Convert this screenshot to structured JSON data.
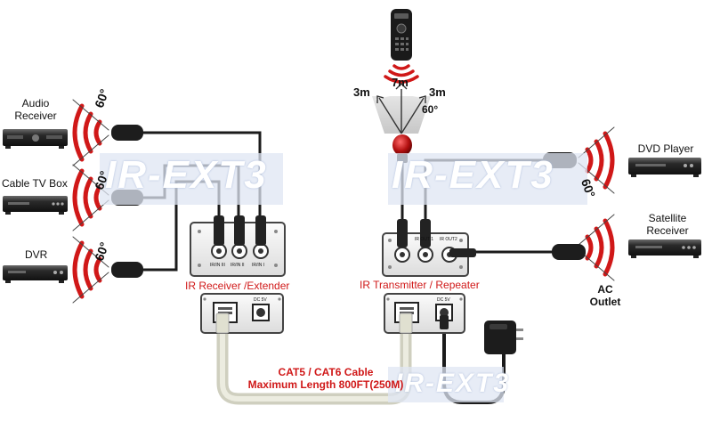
{
  "devices_left": {
    "audio_receiver": "Audio\nReceiver",
    "cable_tv_box": "Cable TV Box",
    "dvr": "DVR"
  },
  "devices_right": {
    "dvd_player": "DVD Player",
    "satellite_receiver": "Satellite\nReceiver",
    "ac_outlet": "AC\nOutlet"
  },
  "ir_angle": "60°",
  "remote_fan": {
    "center": "7m",
    "left": "3m",
    "right": "3m",
    "angle": "60°"
  },
  "units": {
    "receiver_title": "IR Receiver /Extender",
    "transmitter_title": "IR Transmitter / Repeater",
    "receiver_ports": [
      "IR/IN III",
      "IR/IN II",
      "IR/IN I"
    ],
    "transmitter_ports": [
      "IR OUT 1",
      "IR OUT2"
    ],
    "dc_label": "DC 5V"
  },
  "cable": {
    "line1": "CAT5 / CAT6 Cable",
    "line2": "Maximum Length 800FT(250M)"
  },
  "watermark": "IR-EXT3",
  "colors": {
    "accent_red": "#d01818",
    "cable_grey": "#d6d6c6",
    "wire_black": "#1b1b1b"
  }
}
